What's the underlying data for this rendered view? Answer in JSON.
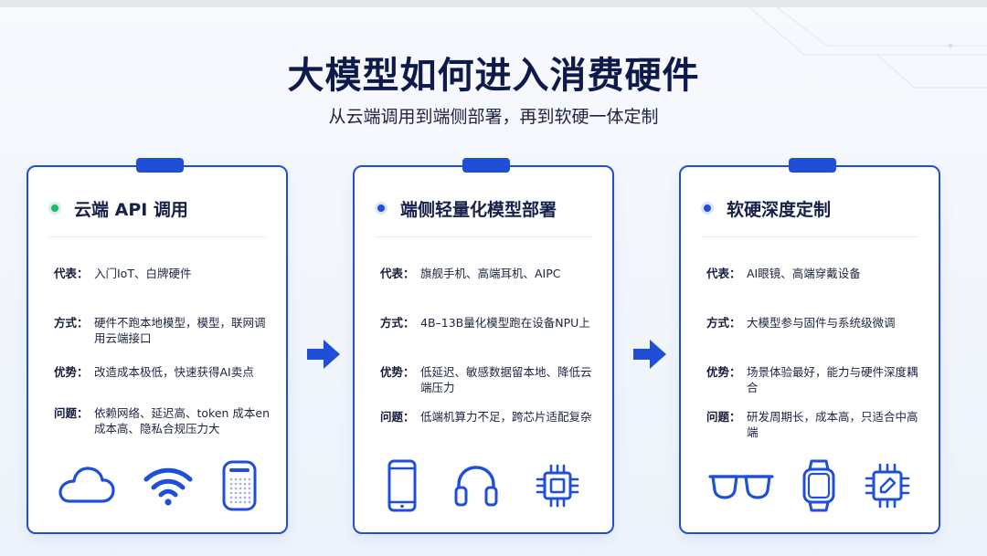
{
  "header": {
    "title": "大模型如何进入消费硬件",
    "subtitle": "从云端调用到端侧部署，再到软硬一体定制"
  },
  "colors": {
    "accent": "#1f4fd6",
    "dot_green": "#22b573",
    "dot_blue": "#1f4fd6",
    "title": "#0d1a4a"
  },
  "cards": [
    {
      "title": "云端 API 调用",
      "dot_color": "green",
      "rows": [
        {
          "label": "代表：",
          "value": "入门IoT、白牌硬件"
        },
        {
          "label": "方式：",
          "value": "硬件不跑本地模型，模型，联网调用云端接口"
        },
        {
          "label": "优势：",
          "value": "改造成本极低，快速获得AI卖点"
        },
        {
          "label": "问题：",
          "value": "依赖网络、延迟高、token 成本en成本高、隐私合规压力大"
        }
      ],
      "icons": [
        "cloud-icon",
        "wifi-icon",
        "smart-speaker-icon"
      ]
    },
    {
      "title": "端侧轻量化模型部署",
      "dot_color": "blue",
      "rows": [
        {
          "label": "代表：",
          "value": "旗舰手机、高端耳机、AIPC"
        },
        {
          "label": "方式：",
          "value": "4B–13B量化模型跑在设备NPU上"
        },
        {
          "label": "优势：",
          "value": "低延迟、敏感数据留本地、降低云端压力"
        },
        {
          "label": "问题：",
          "value": "低端机算力不足，跨芯片适配复杂"
        }
      ],
      "icons": [
        "smartphone-icon",
        "headphones-icon",
        "chip-icon"
      ]
    },
    {
      "title": "软硬深度定制",
      "dot_color": "blue",
      "rows": [
        {
          "label": "代表：",
          "value": "AI眼镜、高端穿戴设备"
        },
        {
          "label": "方式：",
          "value": "大模型参与固件与系统级微调"
        },
        {
          "label": "优势：",
          "value": "场景体验最好，能力与硬件深度耦合"
        },
        {
          "label": "问题：",
          "value": "研发周期长，成本高，只适合中高端"
        }
      ],
      "icons": [
        "glasses-icon",
        "smartwatch-icon",
        "custom-chip-icon"
      ]
    }
  ],
  "arrows": [
    "arrow-right-icon",
    "arrow-right-icon"
  ]
}
